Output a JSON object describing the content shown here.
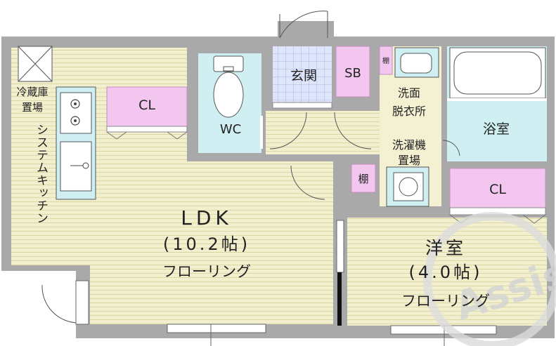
{
  "colors": {
    "wall": "#a9a9a9",
    "floor": "#f2efcf",
    "floor_line": "#dcd7a6",
    "closet": "#f2c6ee",
    "closet_stroke": "#c68fc0",
    "wet": "#cfeff3",
    "entry": "#dfe6fb",
    "entry_grid": "#a9b8e6",
    "utility": "#f4f1d3",
    "watermark": "#dcdcdc"
  },
  "rooms": {
    "ldk": {
      "name": "LDK",
      "size": "(10.2帖)",
      "floor": "フローリング"
    },
    "western": {
      "name": "洋室",
      "size": "(4.0帖)",
      "floor": "フローリング"
    },
    "genkan": "玄関",
    "sb": "SB",
    "wc": "WC",
    "bath": "浴室",
    "cl_kitchen": "CL",
    "cl_bedroom": "CL",
    "washroom": [
      "洗面",
      "脱衣所"
    ],
    "washer": [
      "洗濯機",
      "置場"
    ],
    "shelf_hall": "棚",
    "shelf_wash": "棚",
    "fridge": [
      "冷蔵庫",
      "置場"
    ],
    "kitchen": "システムキッチン"
  },
  "watermark": "Assist"
}
